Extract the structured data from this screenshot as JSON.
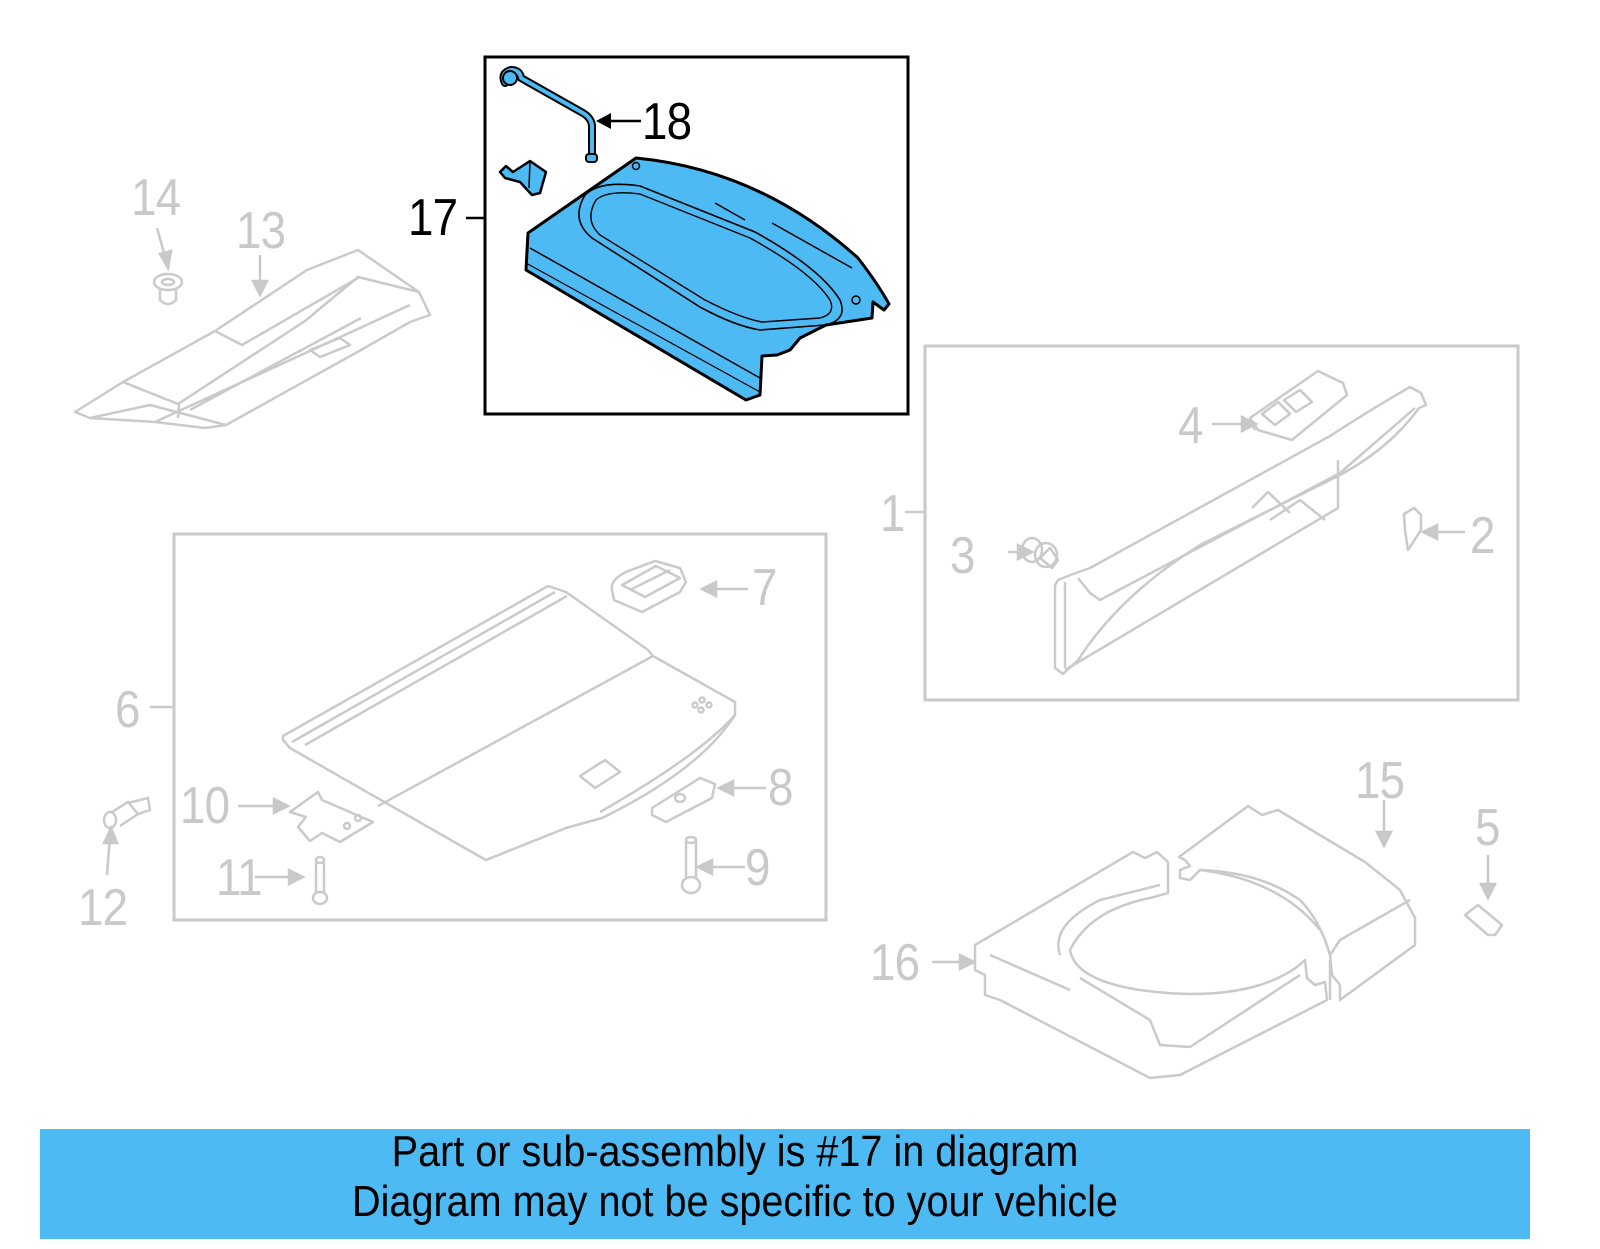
{
  "diagram": {
    "highlight_color": "#4dbaf4",
    "inactive_color": "#c9c9c9",
    "highlighted_part": "17",
    "callouts": [
      {
        "id": "1",
        "label": "1",
        "part": "rear-bumper-step-pad-assembly",
        "group": "right-box"
      },
      {
        "id": "2",
        "label": "2",
        "part": "clip",
        "group": "right-box"
      },
      {
        "id": "3",
        "label": "3",
        "part": "push-retainer",
        "group": "right-box"
      },
      {
        "id": "4",
        "label": "4",
        "part": "latch-cover",
        "group": "right-box"
      },
      {
        "id": "5",
        "label": "5",
        "part": "side-trim-piece"
      },
      {
        "id": "6",
        "label": "6",
        "part": "floor-cover-panel-assembly",
        "group": "left-box"
      },
      {
        "id": "7",
        "label": "7",
        "part": "handle-cap",
        "group": "left-box"
      },
      {
        "id": "8",
        "label": "8",
        "part": "hinge-bracket",
        "group": "left-box"
      },
      {
        "id": "9",
        "label": "9",
        "part": "pin",
        "group": "left-box"
      },
      {
        "id": "10",
        "label": "10",
        "part": "mounting-bracket",
        "group": "left-box"
      },
      {
        "id": "11",
        "label": "11",
        "part": "bolt",
        "group": "left-box"
      },
      {
        "id": "12",
        "label": "12",
        "part": "retainer"
      },
      {
        "id": "13",
        "label": "13",
        "part": "floor-sill-panel"
      },
      {
        "id": "14",
        "label": "14",
        "part": "grommet"
      },
      {
        "id": "15",
        "label": "15",
        "part": "spare-tire-tray-rear"
      },
      {
        "id": "16",
        "label": "16",
        "part": "spare-tire-tray-front"
      },
      {
        "id": "17",
        "label": "17",
        "part": "package-tray-assembly",
        "group": "highlight-box"
      },
      {
        "id": "18",
        "label": "18",
        "part": "support-rod",
        "group": "highlight-box"
      }
    ]
  },
  "footer": {
    "line1": "Part or sub-assembly is #17 in diagram",
    "line2": "Diagram may not be specific to your vehicle"
  }
}
